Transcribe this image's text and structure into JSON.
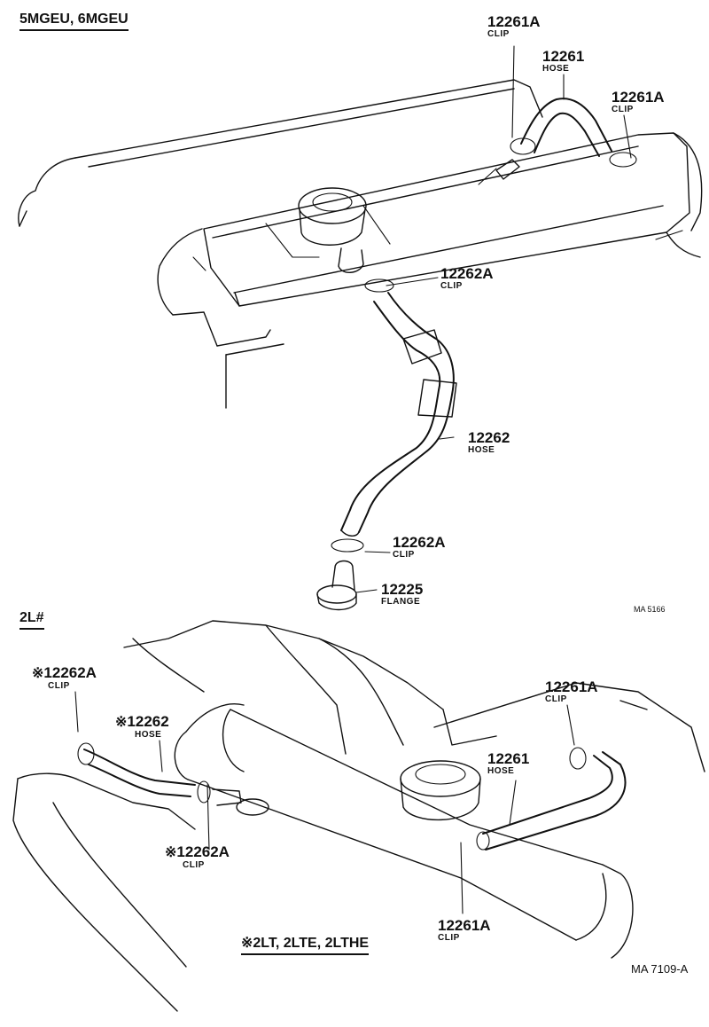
{
  "upper": {
    "model_header": "5MGEU, 6MGEU",
    "drawing_code": "MA 5166",
    "callouts": [
      {
        "id": "c1",
        "number": "12261A",
        "name": "CLIP"
      },
      {
        "id": "c2",
        "number": "12261",
        "name": "HOSE"
      },
      {
        "id": "c3",
        "number": "12261A",
        "name": "CLIP"
      },
      {
        "id": "c4",
        "number": "12262A",
        "name": "CLIP"
      },
      {
        "id": "c5",
        "number": "12262",
        "name": "HOSE"
      },
      {
        "id": "c6",
        "number": "12262A",
        "name": "CLIP"
      },
      {
        "id": "c7",
        "number": "12225",
        "name": "FLANGE"
      }
    ]
  },
  "lower": {
    "model_header": "2L#",
    "footnote_mark": "※",
    "footnote_text": "2LT, 2LTE, 2LTHE",
    "drawing_code": "MA  7109-A",
    "callouts": [
      {
        "id": "d1",
        "number": "12262A",
        "name": "CLIP",
        "marked": true
      },
      {
        "id": "d2",
        "number": "12262",
        "name": "HOSE",
        "marked": true
      },
      {
        "id": "d3",
        "number": "12262A",
        "name": "CLIP",
        "marked": true
      },
      {
        "id": "d4",
        "number": "12261A",
        "name": "CLIP",
        "marked": false
      },
      {
        "id": "d5",
        "number": "12261",
        "name": "HOSE",
        "marked": false
      },
      {
        "id": "d6",
        "number": "12261A",
        "name": "CLIP",
        "marked": false
      }
    ]
  }
}
